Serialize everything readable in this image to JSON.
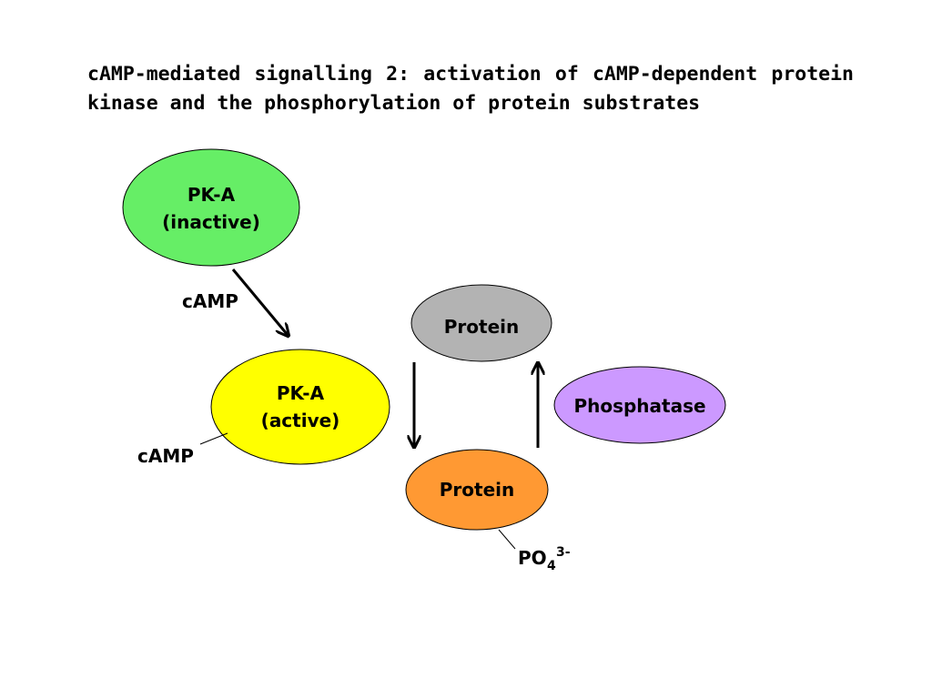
{
  "title": {
    "line1": "cAMP-mediated signalling 2: activation of cAMP-dependent protein",
    "line2": "kinase and the phosphorylation of protein substrates"
  },
  "nodes": {
    "pka_inactive": {
      "line1": "PK-A",
      "line2": "(inactive)",
      "color": "#66ee66"
    },
    "pka_active": {
      "line1": "PK-A",
      "line2": "(active)",
      "color": "#ffff00"
    },
    "protein_top": {
      "label": "Protein",
      "color": "#b3b3b3"
    },
    "protein_bottom": {
      "label": "Protein",
      "color": "#ff9933"
    },
    "phosphatase": {
      "label": "Phosphatase",
      "color": "#cc99ff"
    }
  },
  "labels": {
    "camp_arrow": "cAMP",
    "camp_bound": "cAMP",
    "phosphate_base": "PO",
    "phosphate_sub": "4",
    "phosphate_sup": "3-"
  }
}
